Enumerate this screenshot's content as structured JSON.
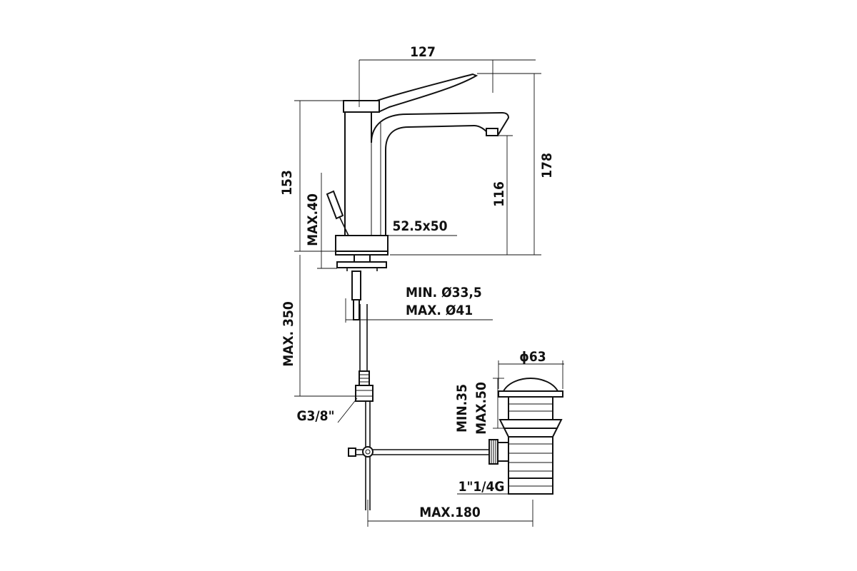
{
  "dimensions": {
    "spout_reach": "127",
    "total_height": "153",
    "outlet_height_max": "178",
    "outlet_height": "116",
    "max_deck": "MAX.40",
    "base_size": "52.5x50",
    "hole_min": "MIN. Ø33,5",
    "hole_max": "MAX. Ø41",
    "hose_length": "MAX. 350",
    "hose_thread": "G3/8\"",
    "waste_diameter": "ϕ63",
    "waste_min": "MIN.35",
    "waste_max": "MAX.50",
    "waste_thread": "1\"1/4G",
    "rod_length": "MAX.180"
  }
}
